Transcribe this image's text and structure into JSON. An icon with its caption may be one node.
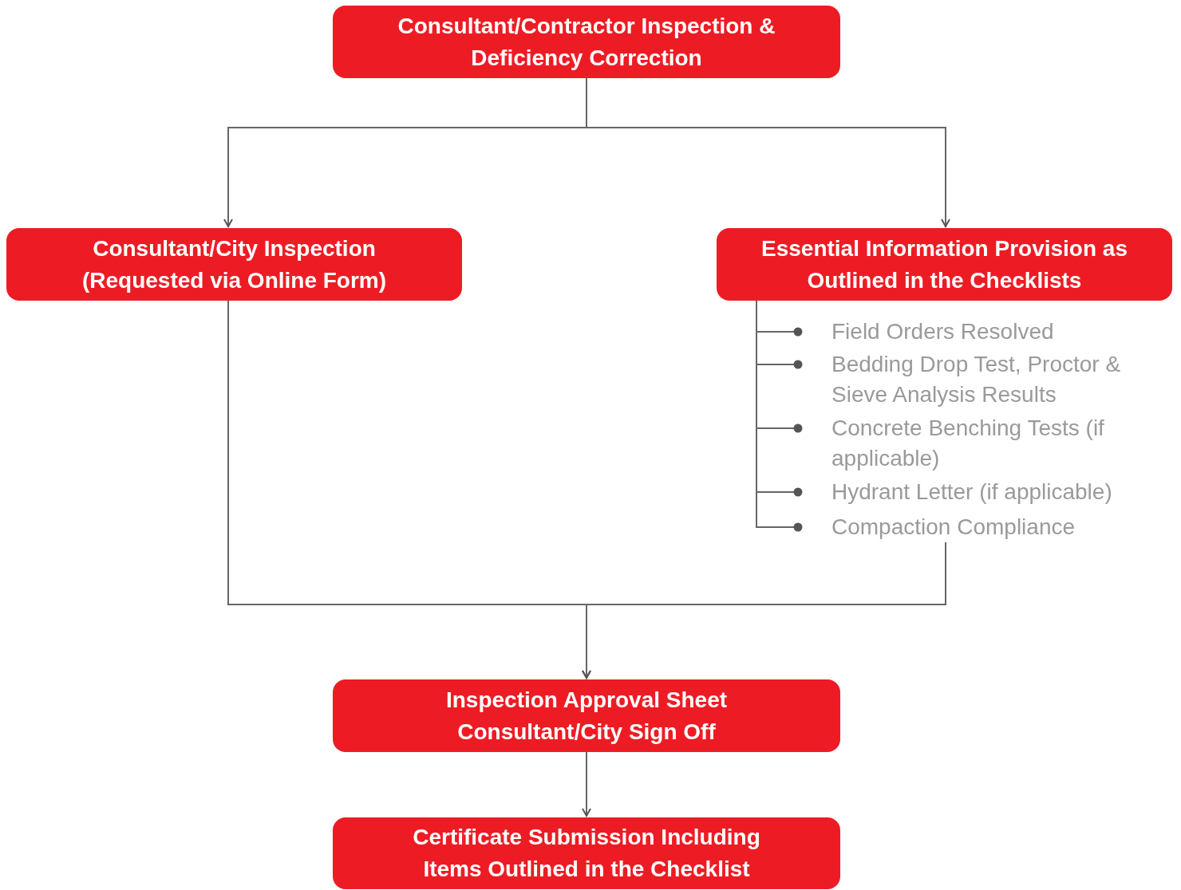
{
  "diagram": {
    "nodes": [
      {
        "text": [
          "Consultant/Contractor Inspection & Deficiency Correction"
        ]
      },
      {
        "text": [
          "Consultant/City Inspection (Requested via Online Form)"
        ]
      },
      {
        "text": [
          "Essential Information Provision as Outlined in the Checklists"
        ]
      },
      {
        "text": [
          "Field Orders Resolved"
        ]
      },
      {
        "text": [
          "Bedding Drop Test, Proctor & Sieve Analysis Results"
        ]
      },
      {
        "text": [
          "Concrete Benching Tests (if applicable)"
        ]
      },
      {
        "text": [
          "Hydrant Letter (if applicable)"
        ]
      },
      {
        "text": [
          "Compaction Compliance"
        ]
      },
      {
        "text": [
          "Inspection Approval Sheet Consultant/City Sign Off"
        ]
      },
      {
        "text": [
          "Certificate Submission Including Items Outlined in the Checklist"
        ]
      }
    ],
    "edges": [
      {
        "from": 0,
        "to": 1,
        "arrow": "to"
      },
      {
        "from": 0,
        "to": 2,
        "arrow": "to"
      },
      {
        "from": 2,
        "to": 3,
        "arrow": "other"
      },
      {
        "from": 2,
        "to": 4,
        "arrow": "other"
      },
      {
        "from": 2,
        "to": 5,
        "arrow": "other"
      },
      {
        "from": 2,
        "to": 6,
        "arrow": "other"
      },
      {
        "from": 2,
        "to": 7,
        "arrow": "other"
      },
      {
        "from": 1,
        "to": 8,
        "arrow": "to"
      },
      {
        "from": 7,
        "to": 8,
        "arrow": "to"
      },
      {
        "from": 8,
        "to": 9,
        "arrow": "to"
      }
    ]
  }
}
